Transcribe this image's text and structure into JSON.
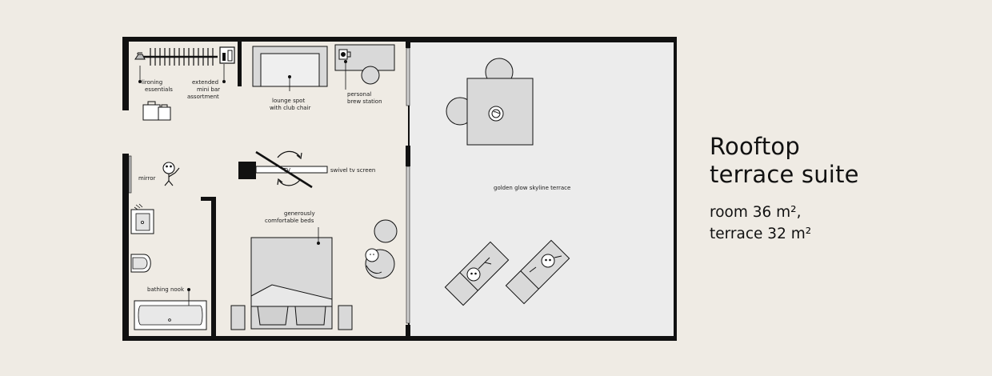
{
  "title": {
    "line1": "Rooftop",
    "line2": "terrace suite"
  },
  "area": {
    "room": "room 36 m²,",
    "terrace": "terrace 32 m²"
  },
  "labels": {
    "ironing_1": "lironing",
    "ironing_2": "essentials",
    "minibar_1": "extended",
    "minibar_2": "mini bar",
    "minibar_3": "assortment",
    "lounge_1": "lounge spot",
    "lounge_2": "with club chair",
    "brew_1": "personal",
    "brew_2": "brew station",
    "mirror": "mirror",
    "tv": "TV",
    "swivel": "swivel tv screen",
    "terrace": "golden glow skyline terrace",
    "beds_1": "generously",
    "beds_2": "comfortable beds",
    "bath": "bathing nook"
  },
  "colors": {
    "background": "#efebe4",
    "wall": "#111111",
    "terrace_floor": "#ececec",
    "furniture": "#d9d9d9"
  }
}
